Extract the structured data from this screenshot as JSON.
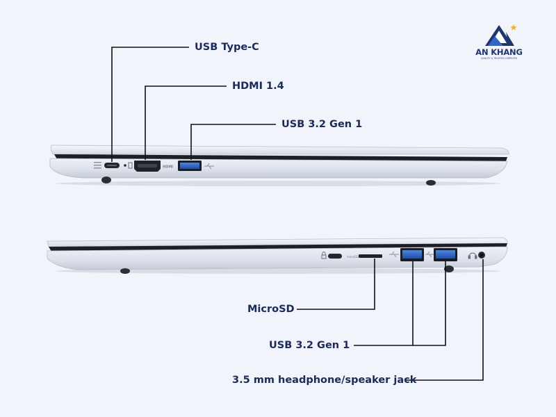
{
  "brand": {
    "name": "AN KHANG",
    "tagline": "QUALITY & TRUSTED COMPUTER",
    "colors": {
      "navy": "#1f3470",
      "accent": "#2f66c8",
      "star": "#f5b21a"
    }
  },
  "left_side": {
    "callouts": [
      {
        "label": "USB Type-C"
      },
      {
        "label": "HDMI 1.4"
      },
      {
        "label": "USB 3.2 Gen 1"
      }
    ],
    "port_markings": [
      "HDMI"
    ]
  },
  "right_side": {
    "callouts": [
      {
        "label": "MicroSD"
      },
      {
        "label": "USB 3.2 Gen 1"
      },
      {
        "label": "3.5 mm headphone/speaker jack"
      }
    ],
    "port_markings": [
      "microSD"
    ]
  },
  "colors": {
    "background": "#f1f4fa",
    "label_text": "#1b2a5c",
    "leader_line": "#111111",
    "usb_blue": "#2f66c8"
  }
}
